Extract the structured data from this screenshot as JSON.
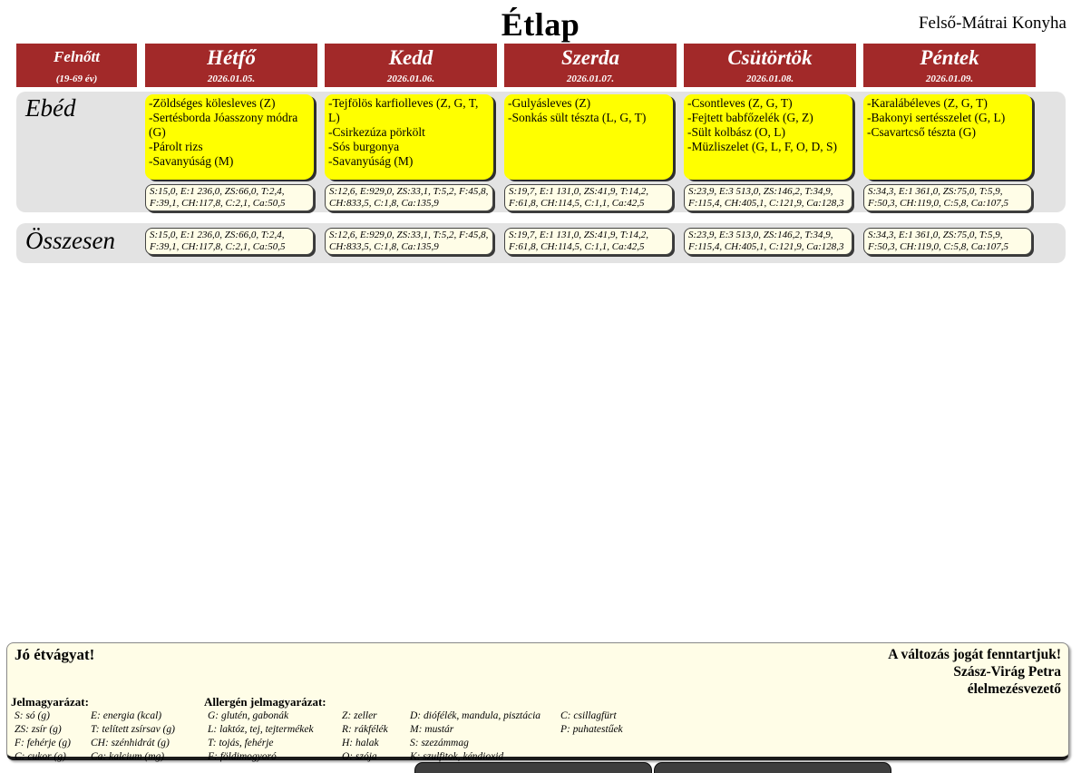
{
  "page": {
    "title": "Étlap",
    "kitchen": "Felső-Mátrai Konyha"
  },
  "age_group": {
    "label": "Felnőtt",
    "range": "(19-69 év)"
  },
  "rows": {
    "lunch_label": "Ebéd",
    "total_label": "Összesen"
  },
  "days": [
    {
      "name": "Hétfő",
      "date": "2026.01.05.",
      "items": [
        "-Zöldséges kölesleves (Z)",
        "-Sertésborda Jóasszony módra  (G)",
        "-Párolt rizs",
        "-Savanyúság (M)"
      ],
      "nutrition": "S:15,0, E:1 236,0, ZS:66,0, T:2,4, F:39,1, CH:117,8, C:2,1, Ca:50,5",
      "total": "S:15,0, E:1 236,0, ZS:66,0, T:2,4, F:39,1, CH:117,8, C:2,1, Ca:50,5"
    },
    {
      "name": "Kedd",
      "date": "2026.01.06.",
      "items": [
        "-Tejfölös karfiolleves (Z, G, T, L)",
        "-Csirkezúza pörkölt",
        "-Sós burgonya",
        "-Savanyúság (M)"
      ],
      "nutrition": "S:12,6, E:929,0, ZS:33,1, T:5,2, F:45,8, CH:833,5, C:1,8, Ca:135,9",
      "total": "S:12,6, E:929,0, ZS:33,1, T:5,2, F:45,8, CH:833,5, C:1,8, Ca:135,9"
    },
    {
      "name": "Szerda",
      "date": "2026.01.07.",
      "items": [
        "-Gulyásleves (Z)",
        "-Sonkás sült tészta  (L, G, T)"
      ],
      "nutrition": "S:19,7, E:1 131,0, ZS:41,9, T:14,2, F:61,8, CH:114,5, C:1,1, Ca:42,5",
      "total": "S:19,7, E:1 131,0, ZS:41,9, T:14,2, F:61,8, CH:114,5, C:1,1, Ca:42,5"
    },
    {
      "name": "Csütörtök",
      "date": "2026.01.08.",
      "items": [
        "-Csontleves (Z, G, T)",
        "-Fejtett babfőzelék  (G, Z)",
        "-Sült kolbász (O, L)",
        "-Müzliszelet  (G, L, F, O, D, S)"
      ],
      "nutrition": "S:23,9, E:3 513,0, ZS:146,2, T:34,9, F:115,4, CH:405,1, C:121,9, Ca:128,3",
      "total": "S:23,9, E:3 513,0, ZS:146,2, T:34,9, F:115,4, CH:405,1, C:121,9, Ca:128,3"
    },
    {
      "name": "Péntek",
      "date": "2026.01.09.",
      "items": [
        "-Karalábéleves  (Z, G, T)",
        "-Bakonyi sertésszelet  (G, L)",
        "-Csavartcső tészta (G)"
      ],
      "nutrition": "S:34,3, E:1 361,0, ZS:75,0, T:5,9, F:50,3, CH:119,0, C:5,8, Ca:107,5",
      "total": "S:34,3, E:1 361,0, ZS:75,0, T:5,9, F:50,3, CH:119,0, C:5,8, Ca:107,5"
    }
  ],
  "footer": {
    "greeting": "Jó étvágyat!",
    "rights": "A változás jogát fenntartjuk!",
    "signature": "Szász-Virág Petra",
    "signature_role": "élelmezésvezető",
    "legend_title": "Jelmagyarázat:",
    "legend_col1": [
      "S: só (g)",
      "ZS: zsír (g)",
      "F: fehérje (g)",
      "C: cukor (g)"
    ],
    "legend_col2": [
      "E: energia (kcal)",
      "T: telített zsírsav (g)",
      "CH: szénhidrát (g)",
      "Ca: kalcium (mg)"
    ],
    "allergen_title": "Allergén jelmagyarázat:",
    "allergen_col1": [
      "G: glutén, gabonák",
      "L: laktóz, tej, tejtermékek",
      "T: tojás, fehérje",
      "F: földimogyoró"
    ],
    "allergen_col2": [
      "Z: zeller",
      "R: rákfélék",
      "H: halak",
      "O: szója"
    ],
    "allergen_col3": [
      "D: diófélék, mandula, pisztácia",
      "M: mustár",
      "S: szezámmag",
      "K: szulfitok, kéndioxid"
    ],
    "allergen_col4": [
      "C: csillagfürt",
      "P: puhatestűek"
    ]
  },
  "colors": {
    "header_maroon": "#A22929",
    "menu_yellow": "#FFFF00",
    "nutrition_cream": "#FFFDE7",
    "band_gray": "#E3E3E3",
    "button_dark": "#3E3E3E"
  }
}
